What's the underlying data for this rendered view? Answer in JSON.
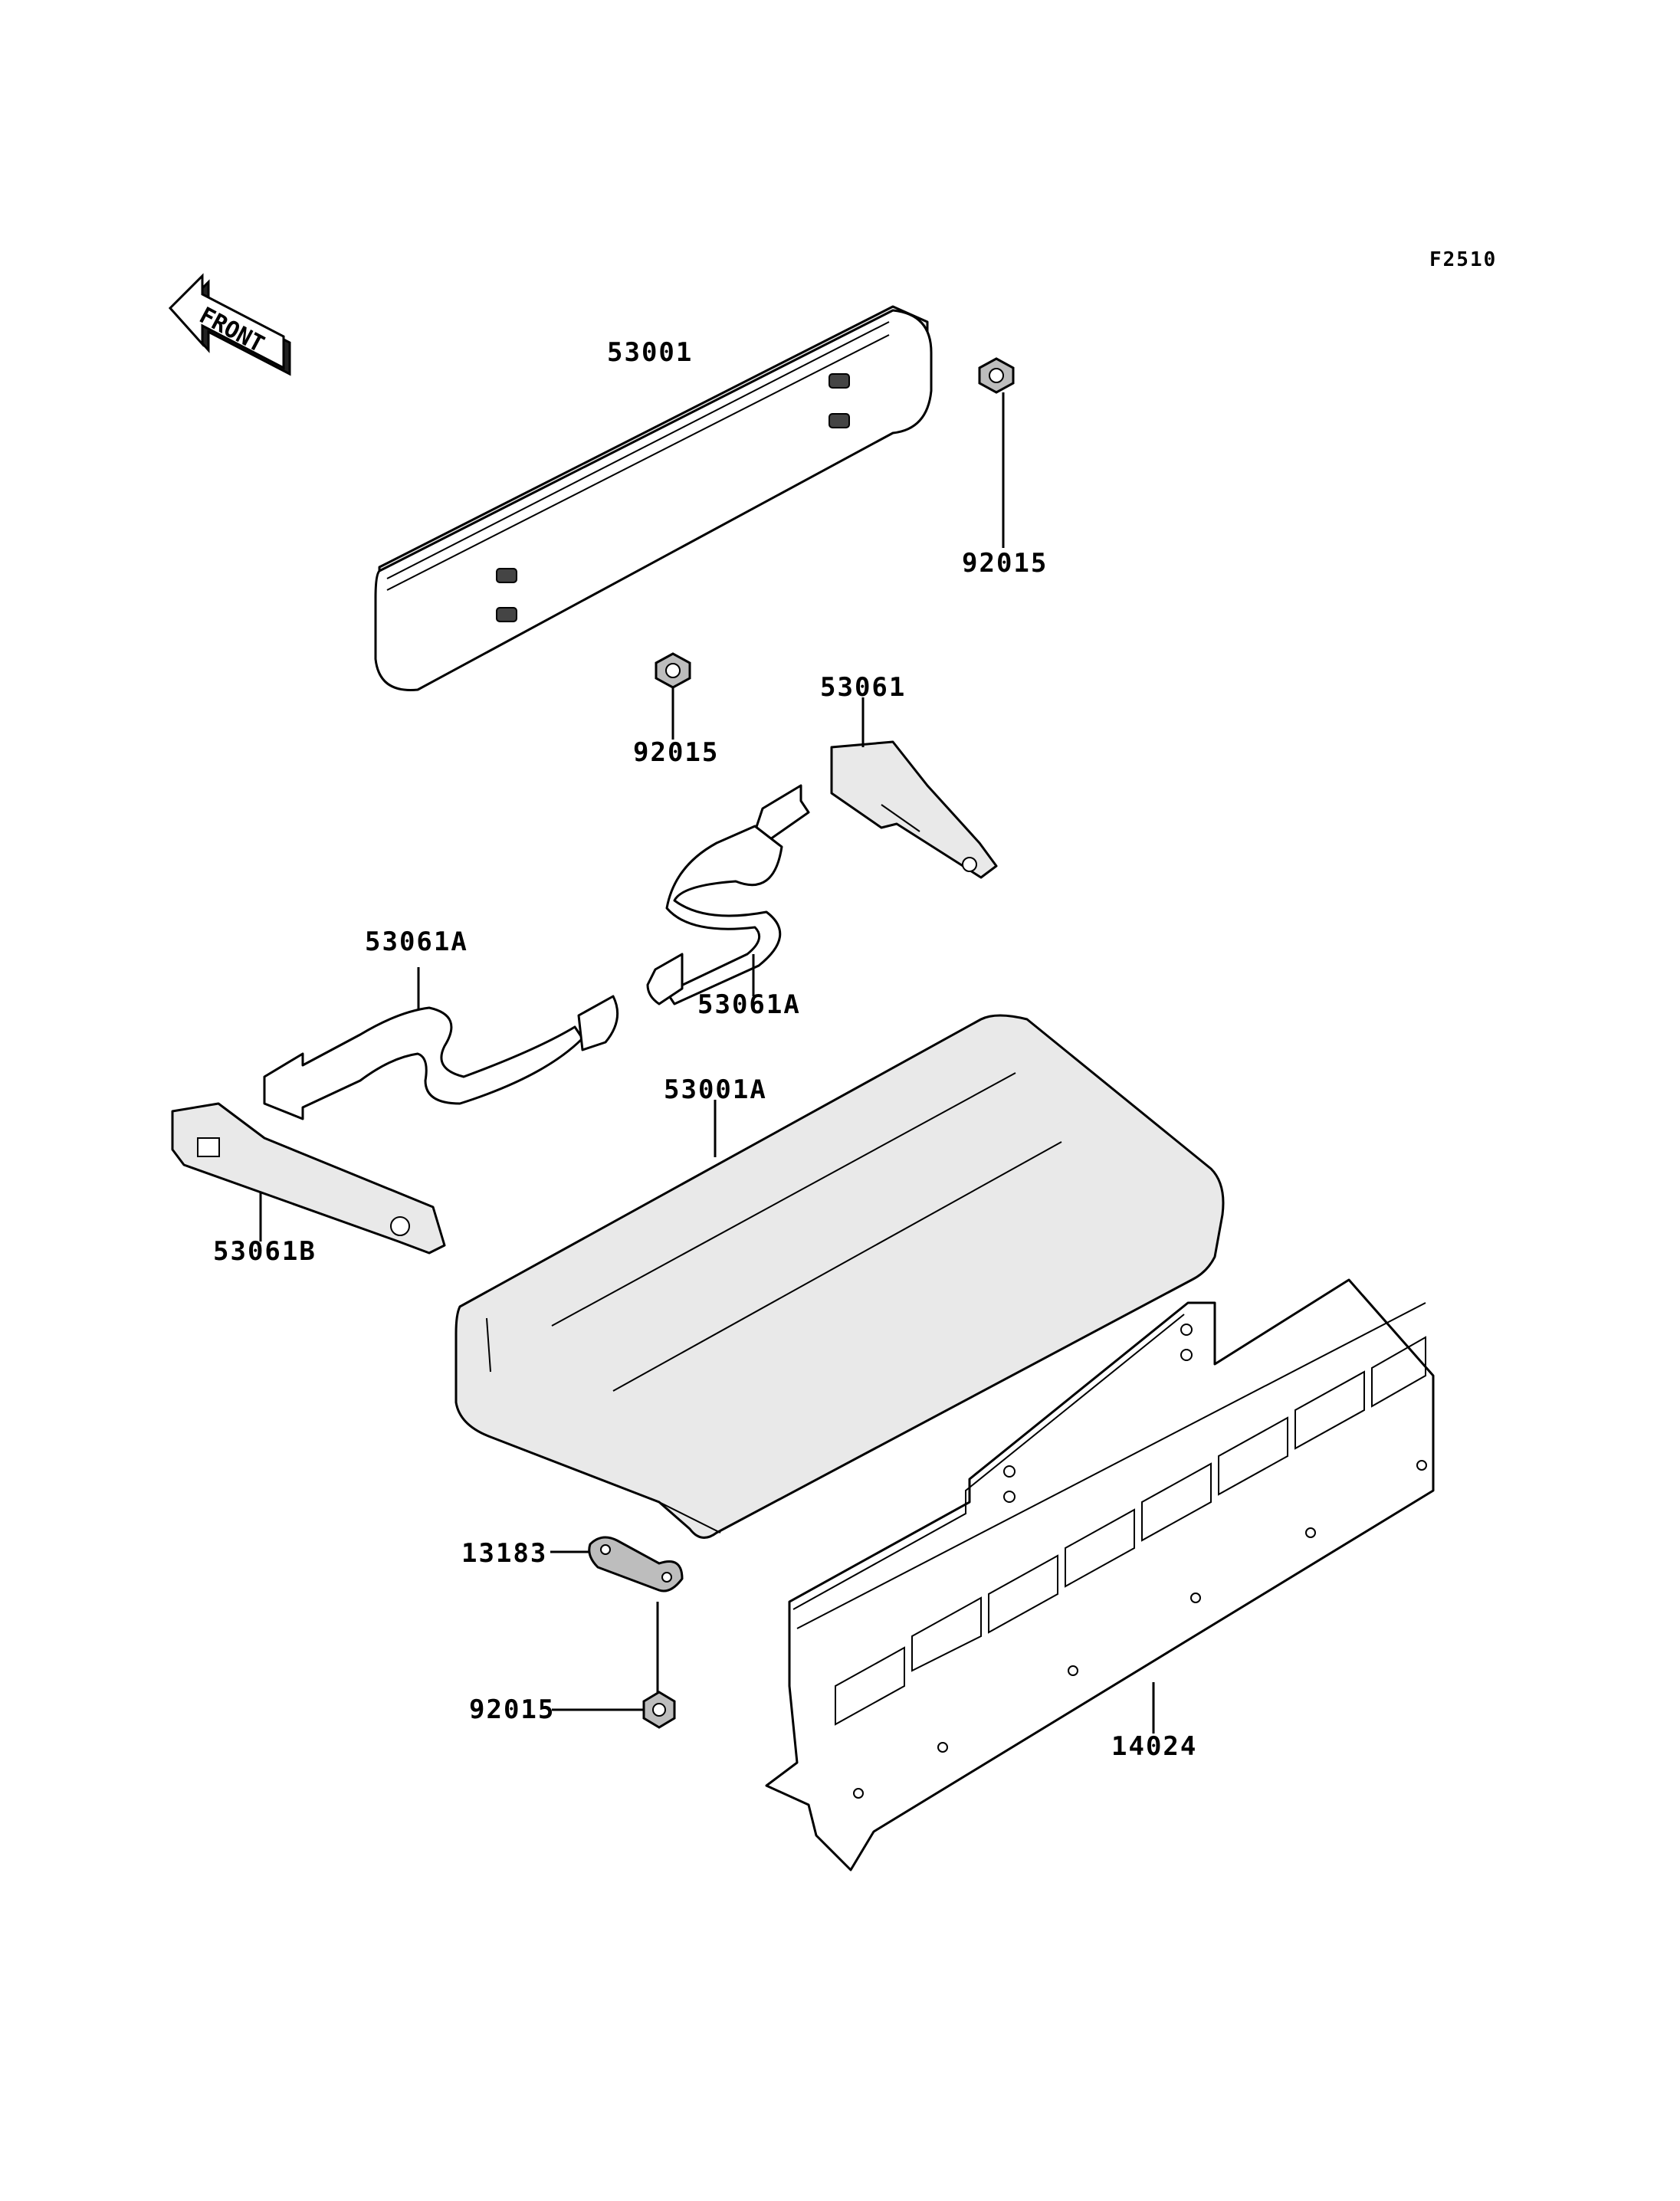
{
  "figure_code": "F2510",
  "front_arrow": {
    "label": "FRONT"
  },
  "parts": {
    "p53001": "53001",
    "p92015_top": "92015",
    "p92015_mid": "92015",
    "p53061": "53061",
    "p53061A_left": "53061A",
    "p53061A_right": "53061A",
    "p53001A": "53001A",
    "p53061B": "53061B",
    "p13183": "13183",
    "p92015_bottom": "92015",
    "p14024": "14024"
  }
}
